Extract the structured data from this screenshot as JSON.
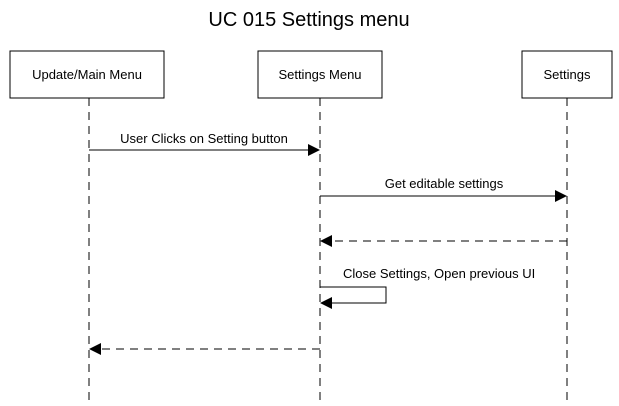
{
  "title": "UC 015 Settings menu",
  "participants": {
    "update_main_menu": "Update/Main Menu",
    "settings_menu": "Settings Menu",
    "settings": "Settings"
  },
  "messages": {
    "m1": "User Clicks on Setting button",
    "m2": "Get editable settings",
    "m3": "",
    "m4": "Close Settings, Open previous UI",
    "m5": ""
  },
  "colors": {
    "line": "#000000",
    "background": "#ffffff"
  }
}
